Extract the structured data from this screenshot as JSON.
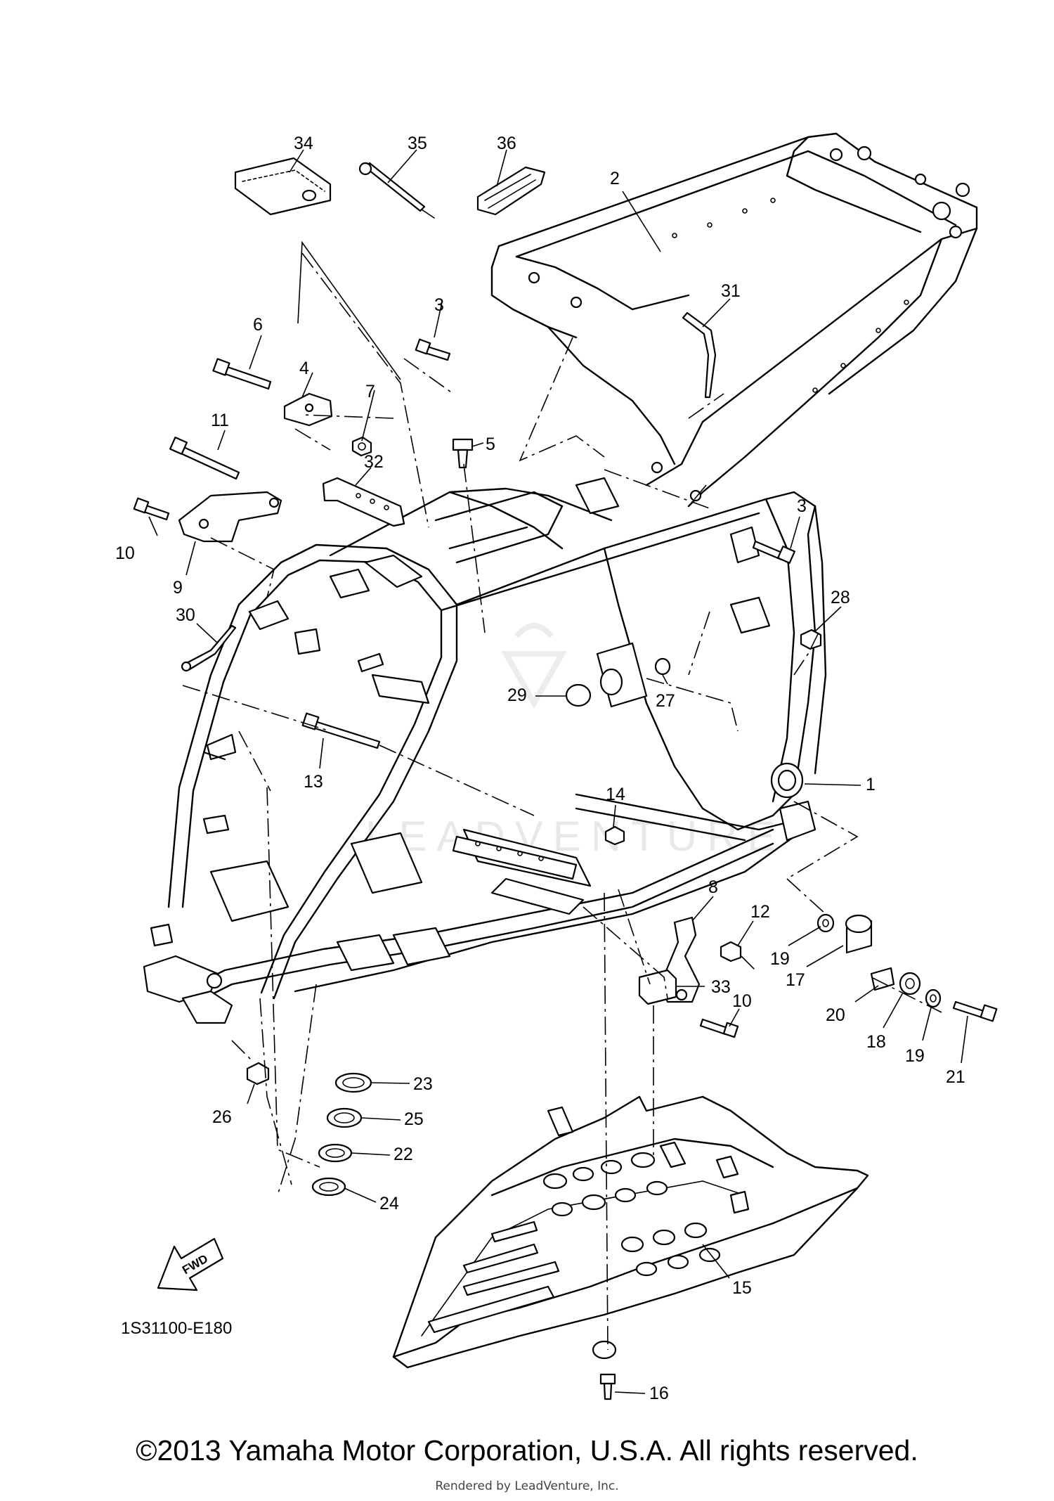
{
  "diagram": {
    "code": "1S31100-E180",
    "fwd_label": "FWD",
    "watermark": "LEADVENTURE"
  },
  "callouts": [
    {
      "id": "34",
      "label": "34"
    },
    {
      "id": "35",
      "label": "35"
    },
    {
      "id": "36",
      "label": "36"
    },
    {
      "id": "2",
      "label": "2"
    },
    {
      "id": "31",
      "label": "31"
    },
    {
      "id": "6",
      "label": "6"
    },
    {
      "id": "4",
      "label": "4"
    },
    {
      "id": "3a",
      "label": "3"
    },
    {
      "id": "7",
      "label": "7"
    },
    {
      "id": "5",
      "label": "5"
    },
    {
      "id": "11",
      "label": "11"
    },
    {
      "id": "32",
      "label": "32"
    },
    {
      "id": "3b",
      "label": "3"
    },
    {
      "id": "10a",
      "label": "10"
    },
    {
      "id": "9",
      "label": "9"
    },
    {
      "id": "28",
      "label": "28"
    },
    {
      "id": "30",
      "label": "30"
    },
    {
      "id": "29",
      "label": "29"
    },
    {
      "id": "27",
      "label": "27"
    },
    {
      "id": "13",
      "label": "13"
    },
    {
      "id": "1",
      "label": "1"
    },
    {
      "id": "14",
      "label": "14"
    },
    {
      "id": "8",
      "label": "8"
    },
    {
      "id": "12",
      "label": "12"
    },
    {
      "id": "19a",
      "label": "19"
    },
    {
      "id": "17",
      "label": "17"
    },
    {
      "id": "20",
      "label": "20"
    },
    {
      "id": "10b",
      "label": "10"
    },
    {
      "id": "18",
      "label": "18"
    },
    {
      "id": "19b",
      "label": "19"
    },
    {
      "id": "21",
      "label": "21"
    },
    {
      "id": "33",
      "label": "33"
    },
    {
      "id": "23",
      "label": "23"
    },
    {
      "id": "25",
      "label": "25"
    },
    {
      "id": "26",
      "label": "26"
    },
    {
      "id": "22",
      "label": "22"
    },
    {
      "id": "24",
      "label": "24"
    },
    {
      "id": "15",
      "label": "15"
    },
    {
      "id": "16",
      "label": "16"
    }
  ],
  "footer": {
    "copyright": "©2013 Yamaha Motor Corporation, U.S.A. All rights reserved.",
    "rendered_by": "Rendered by LeadVenture, Inc."
  }
}
